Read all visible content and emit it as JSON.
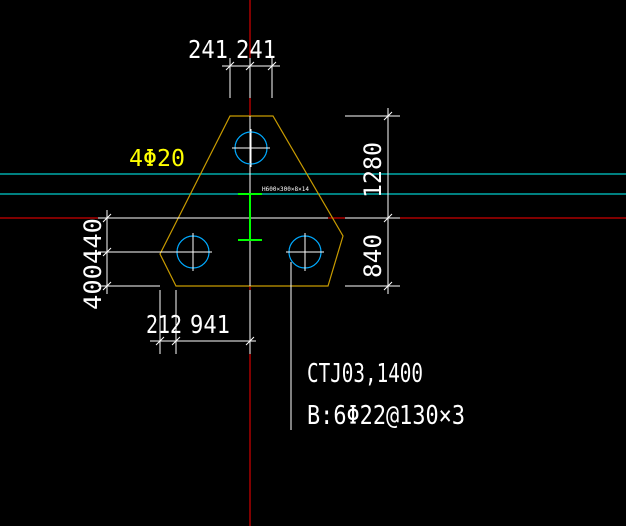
{
  "colors": {
    "background": "#000000",
    "axis_red": "#ff0000",
    "wall_cyan": "#00ffff",
    "pile_cap_outline": "#c89b00",
    "dimension_white": "#ffffff",
    "pile_circle": "#00aaff",
    "column_green": "#00ff00",
    "rebar_yellow": "#ffff00"
  },
  "dimensions": {
    "top_left": "241",
    "top_right": "241",
    "right_upper": "1280",
    "right_lower": "840",
    "left_upper": "440",
    "left_lower": "400",
    "bottom_left": "212",
    "bottom_right": "941"
  },
  "labels": {
    "rebar": "4Φ20",
    "column_tag": "H600×300×8×14",
    "cap_id": "CTJ03,1400",
    "cap_reinforcement": "B:6Φ22@130×3"
  }
}
